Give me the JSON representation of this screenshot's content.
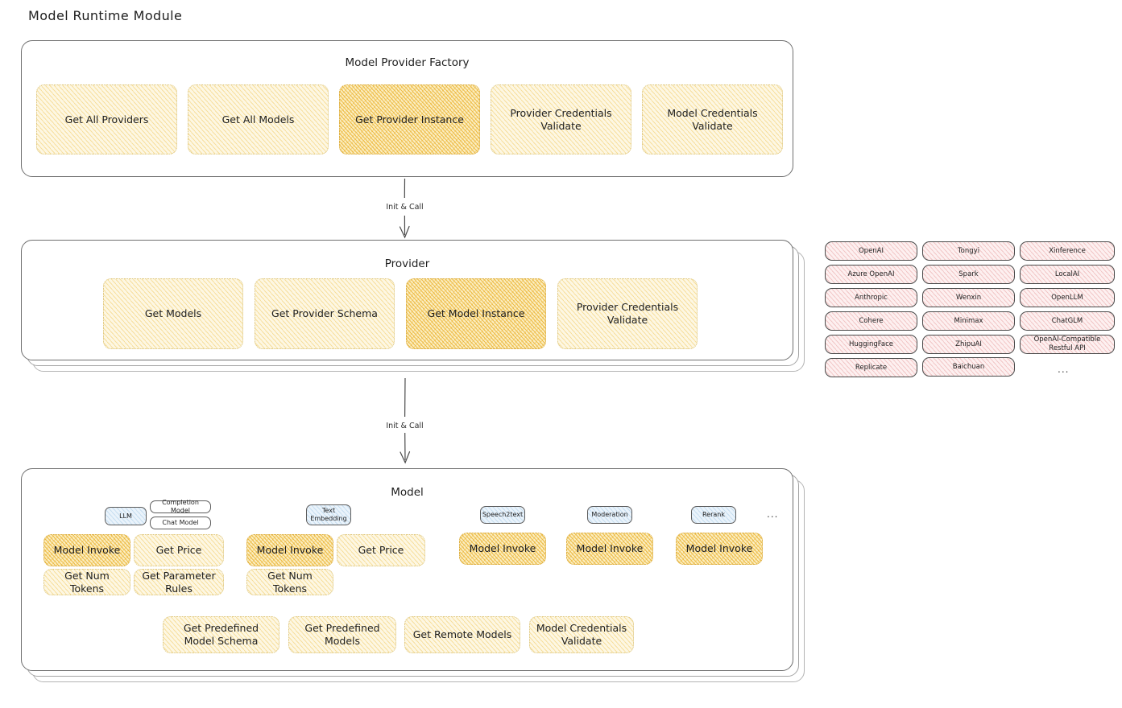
{
  "page": {
    "title": "Model Runtime Module"
  },
  "colors": {
    "background": "#ffffff",
    "box_fill_light": "#fdf7e3",
    "box_fill_highlight": "#fbeec2",
    "box_stroke": "#d9c27a",
    "provider_chip_fill": "#fdf0f0",
    "badge_blue_fill": "#eaf3fb",
    "container_stroke": "#6f6f6f",
    "text": "#1e1e1e"
  },
  "factory": {
    "title": "Model Provider Factory",
    "boxes": [
      {
        "label": "Get All Providers",
        "highlighted": false
      },
      {
        "label": "Get All Models",
        "highlighted": false
      },
      {
        "label": "Get Provider Instance",
        "highlighted": true
      },
      {
        "label": "Provider Credentials Validate",
        "highlighted": false
      },
      {
        "label": "Model Credentials Validate",
        "highlighted": false
      }
    ]
  },
  "arrow1": {
    "label": "Init & Call"
  },
  "provider": {
    "title": "Provider",
    "boxes": [
      {
        "label": "Get Models",
        "highlighted": false
      },
      {
        "label": "Get Provider Schema",
        "highlighted": false
      },
      {
        "label": "Get Model Instance",
        "highlighted": true
      },
      {
        "label": "Provider Credentials Validate",
        "highlighted": false
      }
    ]
  },
  "arrow2": {
    "label": "Init & Call"
  },
  "provider_list": {
    "ellipsis": "...",
    "column1": [
      "OpenAI",
      "Azure OpenAI",
      "Anthropic",
      "Cohere",
      "HuggingFace",
      "Replicate"
    ],
    "column2": [
      "Tongyi",
      "Spark",
      "Wenxin",
      "Minimax",
      "ZhipuAI",
      "Baichuan"
    ],
    "column3": [
      "Xinference",
      "LocalAI",
      "OpenLLM",
      "ChatGLM",
      "OpenAI-Compatible Restful API"
    ]
  },
  "model": {
    "title": "Model",
    "ellipsis": "...",
    "types": [
      {
        "badge": "LLM",
        "badge_style": "blue",
        "sub_badges": [
          "Completion Model",
          "Chat Model"
        ],
        "methods": [
          {
            "label": "Model Invoke",
            "highlighted": true
          },
          {
            "label": "Get Price",
            "highlighted": false
          },
          {
            "label": "Get Num Tokens",
            "highlighted": false
          },
          {
            "label": "Get Parameter Rules",
            "highlighted": false
          }
        ]
      },
      {
        "badge": "Text Embedding",
        "badge_style": "blue",
        "sub_badges": [],
        "methods": [
          {
            "label": "Model Invoke",
            "highlighted": true
          },
          {
            "label": "Get Price",
            "highlighted": false
          },
          {
            "label": "Get Num Tokens",
            "highlighted": false
          }
        ]
      },
      {
        "badge": "Speech2text",
        "badge_style": "blue",
        "sub_badges": [],
        "methods": [
          {
            "label": "Model Invoke",
            "highlighted": true
          }
        ]
      },
      {
        "badge": "Moderation",
        "badge_style": "blue",
        "sub_badges": [],
        "methods": [
          {
            "label": "Model Invoke",
            "highlighted": true
          }
        ]
      },
      {
        "badge": "Rerank",
        "badge_style": "blue",
        "sub_badges": [],
        "methods": [
          {
            "label": "Model Invoke",
            "highlighted": true
          }
        ]
      }
    ],
    "common_methods": [
      "Get Predefined Model Schema",
      "Get Predefined Models",
      "Get Remote Models",
      "Model Credentials Validate"
    ]
  }
}
